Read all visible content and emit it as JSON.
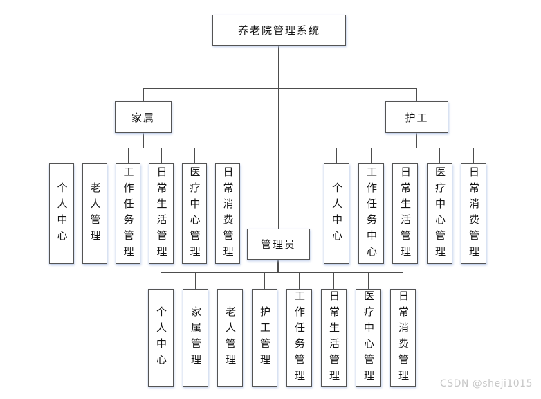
{
  "diagram": {
    "root": {
      "label": "养老院管理系统"
    },
    "branches": [
      {
        "label": "家属",
        "children": [
          "个人中心",
          "老人管理",
          "工作任务管理",
          "日常生活管理",
          "医疗中心管理",
          "日常消费管理"
        ]
      },
      {
        "label": "护工",
        "children": [
          "个人中心",
          "工作任务中心",
          "日常生活管理",
          "医疗中心管理",
          "日常消费管理"
        ]
      },
      {
        "label": "管理员",
        "children": [
          "个人中心",
          "家属管理",
          "老人管理",
          "护工管理",
          "工作任务管理",
          "日常生活管理",
          "医疗中心管理",
          "日常消费管理"
        ]
      }
    ]
  },
  "watermark": {
    "text": "CSDN @sheji1015"
  },
  "colors": {
    "background": "#ffffff",
    "box_fill": "#ffffff",
    "box_border": "#545454",
    "line": "#4d4d4d",
    "watermark": "#c7c7c7"
  }
}
